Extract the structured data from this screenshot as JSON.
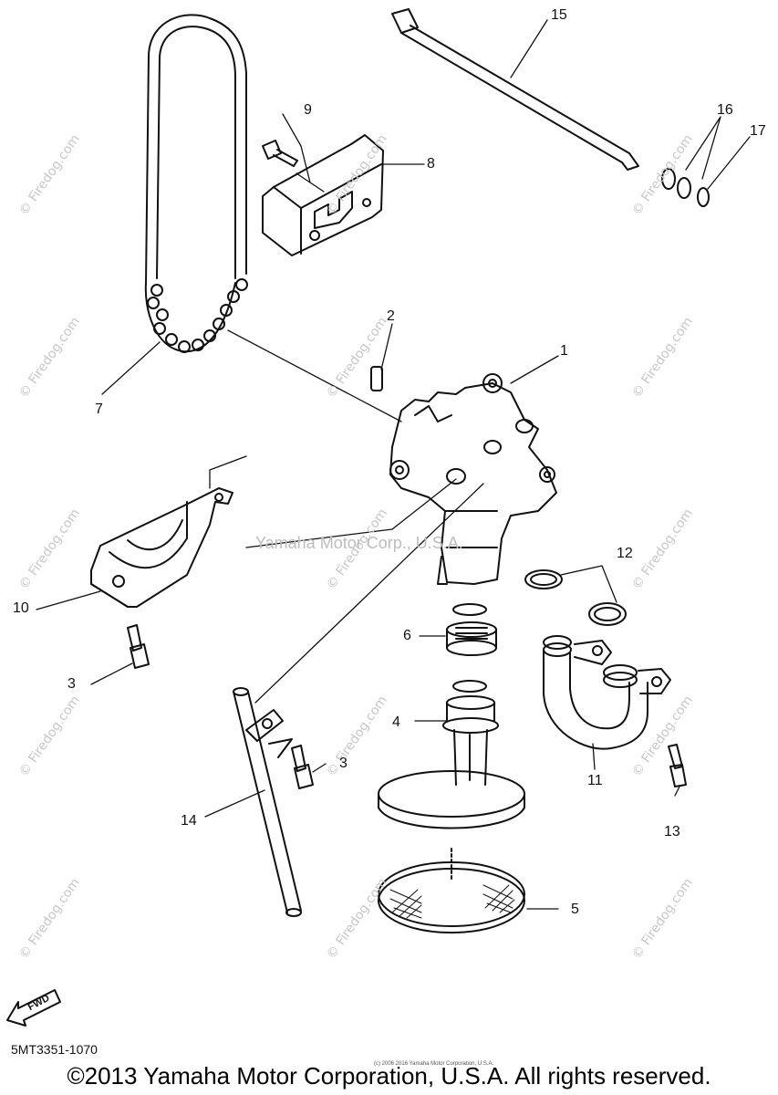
{
  "watermark": {
    "site": "© Firedog.com",
    "center": "Yamaha Motor Corp., U.S.A."
  },
  "callouts": [
    "1",
    "2",
    "3",
    "3",
    "4",
    "5",
    "6",
    "7",
    "8",
    "9",
    "10",
    "11",
    "12",
    "13",
    "14",
    "15",
    "16",
    "17"
  ],
  "fwd_label": "FWD",
  "part_code": "5MT3351-1070",
  "small_copyright": "(c) 2006 2016 Yamaha Motor Corporation, U.S.A.",
  "copyright": "©2013 Yamaha Motor Corporation, U.S.A. All rights reserved."
}
